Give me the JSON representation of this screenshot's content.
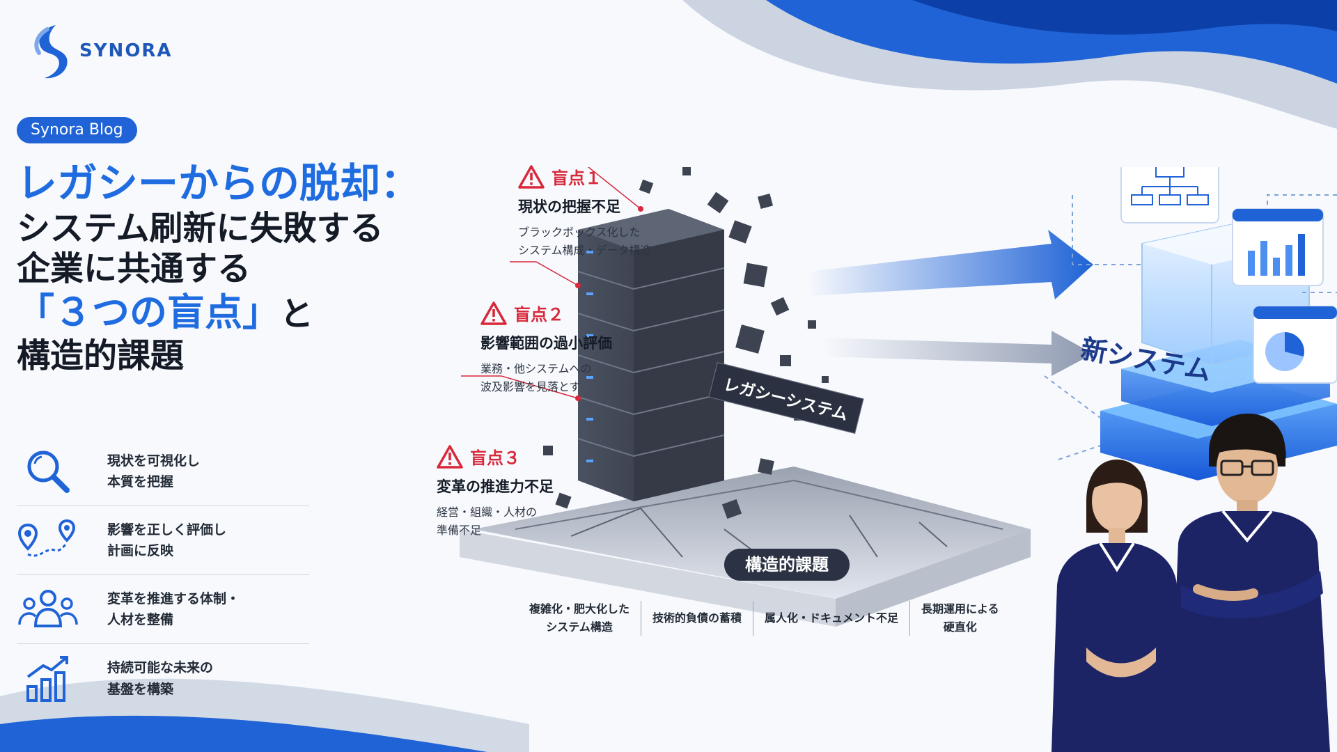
{
  "brand": {
    "logo_text": "SYNORA",
    "primary_color": "#1f63d6",
    "accent_color": "#d8283a"
  },
  "badge": "Synora Blog",
  "title": {
    "line1": "レガシーからの脱却：",
    "line2": "システム刷新に失敗する",
    "line3": "企業に共通する",
    "line4_blue": "「３つの盲点」",
    "line4_dark": "と",
    "line5": "構造的課題"
  },
  "solutions": [
    {
      "icon": "magnifier-icon",
      "line1": "現状を可視化し",
      "line2": "本質を把握"
    },
    {
      "icon": "route-pin-icon",
      "line1": "影響を正しく評価し",
      "line2": "計画に反映"
    },
    {
      "icon": "team-icon",
      "line1": "変革を推進する体制・",
      "line2": "人材を整備"
    },
    {
      "icon": "growth-chart-icon",
      "line1": "持続可能な未来の",
      "line2": "基盤を構築"
    }
  ],
  "blind_spots": [
    {
      "label": "盲点１",
      "title": "現状の把握不足",
      "desc1": "ブラックボックス化した",
      "desc2": "システム構成・データ構造"
    },
    {
      "label": "盲点２",
      "title": "影響範囲の過小評価",
      "desc1": "業務・他システムへの",
      "desc2": "波及影響を見落とす"
    },
    {
      "label": "盲点３",
      "title": "変革の推進力不足",
      "desc1": "経営・組織・人材の",
      "desc2": "準備不足"
    }
  ],
  "illustration": {
    "legacy_label": "レガシーシステム",
    "new_label": "新システム",
    "structural_label": "構造的課題"
  },
  "issues": [
    {
      "line1": "複雑化・肥大化した",
      "line2": "システム構造"
    },
    {
      "line1": "技術的負債の蓄積",
      "line2": ""
    },
    {
      "line1": "属人化・ドキュメント不足",
      "line2": ""
    },
    {
      "line1": "長期運用による",
      "line2": "硬直化"
    }
  ]
}
